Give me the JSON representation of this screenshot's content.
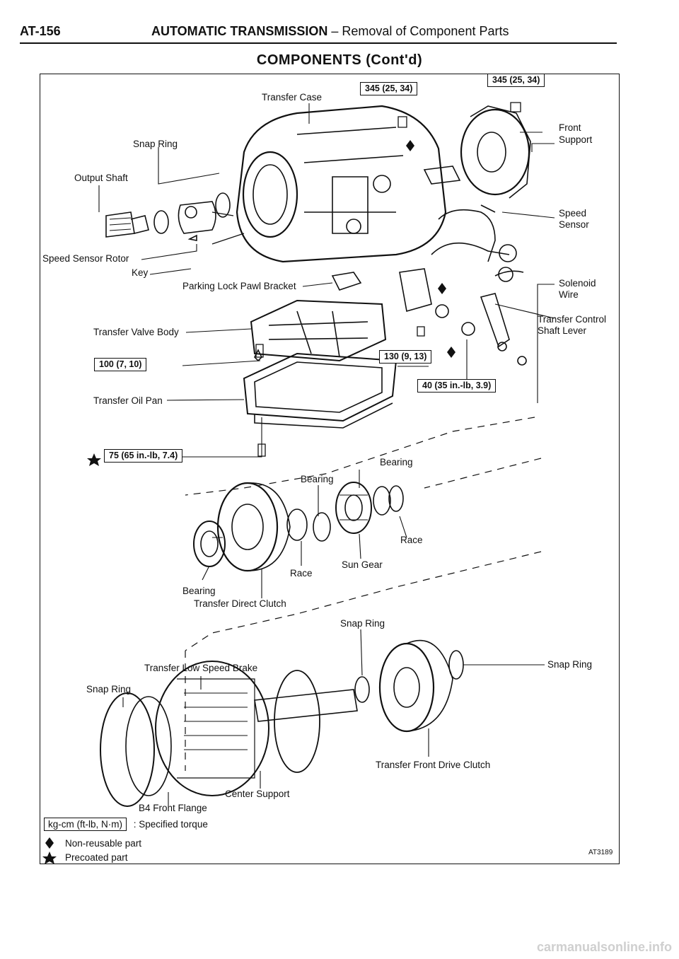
{
  "header": {
    "page_number": "AT-156",
    "section_bold": "AUTOMATIC TRANSMISSION",
    "section_rest": "– Removal of Component Parts"
  },
  "title": "COMPONENTS (Cont'd)",
  "labels": {
    "transfer_case": "Transfer Case",
    "front_support_1": "Front",
    "front_support_2": "Support",
    "snap_ring_top": "Snap Ring",
    "output_shaft": "Output Shaft",
    "speed_sensor_1": "Speed",
    "speed_sensor_2": "Sensor",
    "speed_sensor_rotor": "Speed Sensor Rotor",
    "key": "Key",
    "parking_lock_pawl_bracket": "Parking Lock Pawl Bracket",
    "solenoid_wire_1": "Solenoid",
    "solenoid_wire_2": "Wire",
    "transfer_control_1": "Transfer Control",
    "transfer_control_2": "Shaft Lever",
    "transfer_valve_body": "Transfer Valve Body",
    "transfer_oil_pan": "Transfer Oil Pan",
    "bearing_right": "Bearing",
    "bearing_mid": "Bearing",
    "race_right": "Race",
    "sun_gear": "Sun Gear",
    "race_mid": "Race",
    "bearing_left": "Bearing",
    "transfer_direct_clutch": "Transfer Direct Clutch",
    "snap_ring_mid": "Snap Ring",
    "transfer_low_speed_brake": "Transfer Low Speed Brake",
    "snap_ring_right": "Snap Ring",
    "snap_ring_left": "Snap Ring",
    "transfer_front_drive_clutch": "Transfer Front Drive Clutch",
    "center_support": "Center Support",
    "b4_front_flange": "B4 Front Flange"
  },
  "torques": {
    "t1": "345 (25, 34)",
    "t2": "345 (25, 34)",
    "t3": "100 (7, 10)",
    "t4": "130 (9, 13)",
    "t5": "40 (35 in.-lb, 3.9)",
    "t6": "75 (65 in.-lb, 7.4)"
  },
  "legend": {
    "unit_box": "kg-cm (ft-lb, N·m)",
    "unit_text": ": Specified torque",
    "nonreusable": "Non-reusable part",
    "precoated": "Precoated part"
  },
  "figure_id": "AT3189",
  "watermark": "carmanualsonline.info"
}
